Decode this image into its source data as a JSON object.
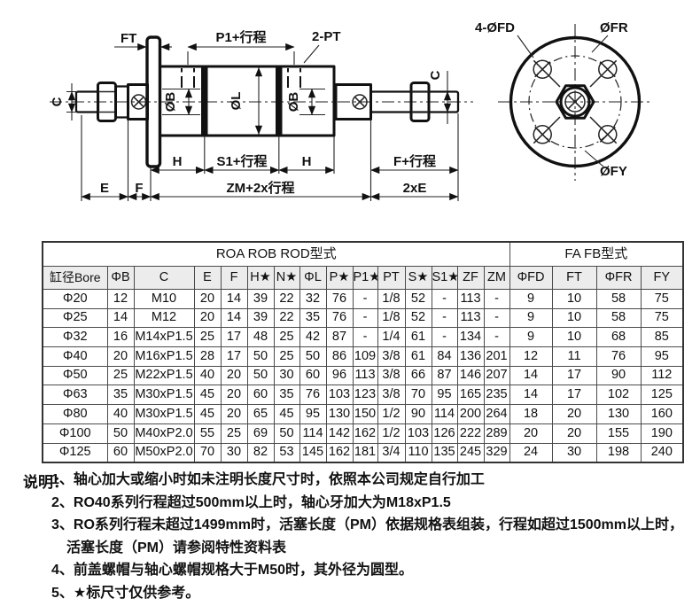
{
  "colors": {
    "ink": "#111111",
    "table_border": "#4a4a4a",
    "header_bg": "#ececec"
  },
  "drawing": {
    "side_view": {
      "dim_ft": "FT",
      "dim_p1_stroke": "P1+行程",
      "dim_2pt": "2-PT",
      "dim_c_left": "C",
      "dim_c_right": "C",
      "dim_db_left": "ØB",
      "dim_dl": "ØL",
      "dim_db_right": "ØB",
      "dim_h_left": "H",
      "dim_s1_stroke": "S1+行程",
      "dim_h_right": "H",
      "dim_f_stroke": "F+行程",
      "dim_e": "E",
      "dim_f": "F",
      "dim_zm_stroke": "ZM+2x行程",
      "dim_2xe": "2xE"
    },
    "end_view": {
      "dim_4fd": "4-ØFD",
      "dim_fr": "ØFR",
      "dim_fy": "ØFY"
    }
  },
  "table": {
    "group_headers": [
      {
        "label": "ROA ROB ROD型式",
        "colspan": 15
      },
      {
        "label": "FA FB型式",
        "colspan": 4
      }
    ],
    "columns": [
      "缸径Bore",
      "ΦB",
      "C",
      "E",
      "F",
      "H★",
      "N★",
      "ΦL",
      "P★",
      "P1★",
      "PT",
      "S★",
      "S1★",
      "ZF",
      "ZM",
      "ΦFD",
      "FT",
      "ΦFR",
      "FY"
    ],
    "rows": [
      [
        "Φ20",
        "12",
        "M10",
        "20",
        "14",
        "39",
        "22",
        "32",
        "76",
        "-",
        "1/8",
        "52",
        "-",
        "113",
        "-",
        "9",
        "10",
        "58",
        "75"
      ],
      [
        "Φ25",
        "14",
        "M12",
        "20",
        "14",
        "39",
        "22",
        "35",
        "76",
        "-",
        "1/8",
        "52",
        "-",
        "113",
        "-",
        "9",
        "10",
        "58",
        "75"
      ],
      [
        "Φ32",
        "16",
        "M14xP1.5",
        "25",
        "17",
        "48",
        "25",
        "42",
        "87",
        "-",
        "1/4",
        "61",
        "-",
        "134",
        "-",
        "9",
        "10",
        "68",
        "85"
      ],
      [
        "Φ40",
        "20",
        "M16xP1.5",
        "28",
        "17",
        "50",
        "25",
        "50",
        "86",
        "109",
        "3/8",
        "61",
        "84",
        "136",
        "201",
        "12",
        "11",
        "76",
        "95"
      ],
      [
        "Φ50",
        "25",
        "M22xP1.5",
        "40",
        "20",
        "50",
        "30",
        "60",
        "96",
        "113",
        "3/8",
        "66",
        "87",
        "146",
        "207",
        "14",
        "17",
        "90",
        "112"
      ],
      [
        "Φ63",
        "35",
        "M30xP1.5",
        "45",
        "20",
        "60",
        "35",
        "76",
        "103",
        "123",
        "3/8",
        "70",
        "95",
        "165",
        "235",
        "14",
        "17",
        "102",
        "125"
      ],
      [
        "Φ80",
        "40",
        "M30xP1.5",
        "45",
        "20",
        "65",
        "45",
        "95",
        "130",
        "150",
        "1/2",
        "90",
        "114",
        "200",
        "264",
        "18",
        "20",
        "130",
        "160"
      ],
      [
        "Φ100",
        "50",
        "M40xP2.0",
        "55",
        "25",
        "69",
        "50",
        "114",
        "142",
        "162",
        "1/2",
        "103",
        "126",
        "222",
        "289",
        "20",
        "20",
        "155",
        "190"
      ],
      [
        "Φ125",
        "60",
        "M50xP2.0",
        "70",
        "30",
        "82",
        "53",
        "145",
        "162",
        "181",
        "3/4",
        "110",
        "135",
        "245",
        "329",
        "24",
        "30",
        "198",
        "240"
      ]
    ]
  },
  "notes": {
    "label": "说明：",
    "items": [
      {
        "text": "1、轴心加大或缩小时如未注明长度尺寸时，依照本公司规定自行加工",
        "indent": 0
      },
      {
        "text": "2、RO40系列行程超过500mm以上时，轴心牙加大为M18xP1.5",
        "indent": 0
      },
      {
        "text": "3、RO系列行程未超过1499mm时，活塞长度（PM）依据规格表组装，行程如超过1500mm以上时，",
        "indent": 0
      },
      {
        "text": "活塞长度（PM）请参阅特性资料表",
        "indent": 1
      },
      {
        "text": "4、前盖螺帽与轴心螺帽规格大于M50时，其外径为圆型。",
        "indent": 0
      },
      {
        "text": "5、★标尺寸仅供参考。",
        "indent": 0
      }
    ]
  }
}
